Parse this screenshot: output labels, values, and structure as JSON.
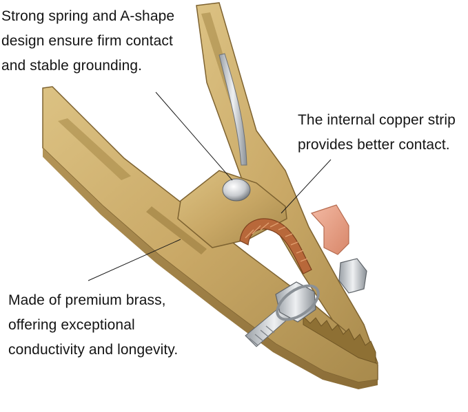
{
  "callouts": {
    "spring": {
      "lines": [
        "Strong spring and A-shape",
        "design ensure firm contact",
        "and stable grounding."
      ]
    },
    "copper_strip": {
      "lines": [
        "The internal copper strip",
        "provides better contact."
      ]
    },
    "brass": {
      "lines": [
        "Made of premium brass,",
        "offering exceptional",
        "conductivity and longevity."
      ]
    }
  },
  "colors": {
    "background": "#ffffff",
    "brass": "#c9a866",
    "brass_dark": "#8a6c36",
    "copper": "#b8683a",
    "steel": "#c8ccd0",
    "leader_line": "#1a1a1a"
  }
}
